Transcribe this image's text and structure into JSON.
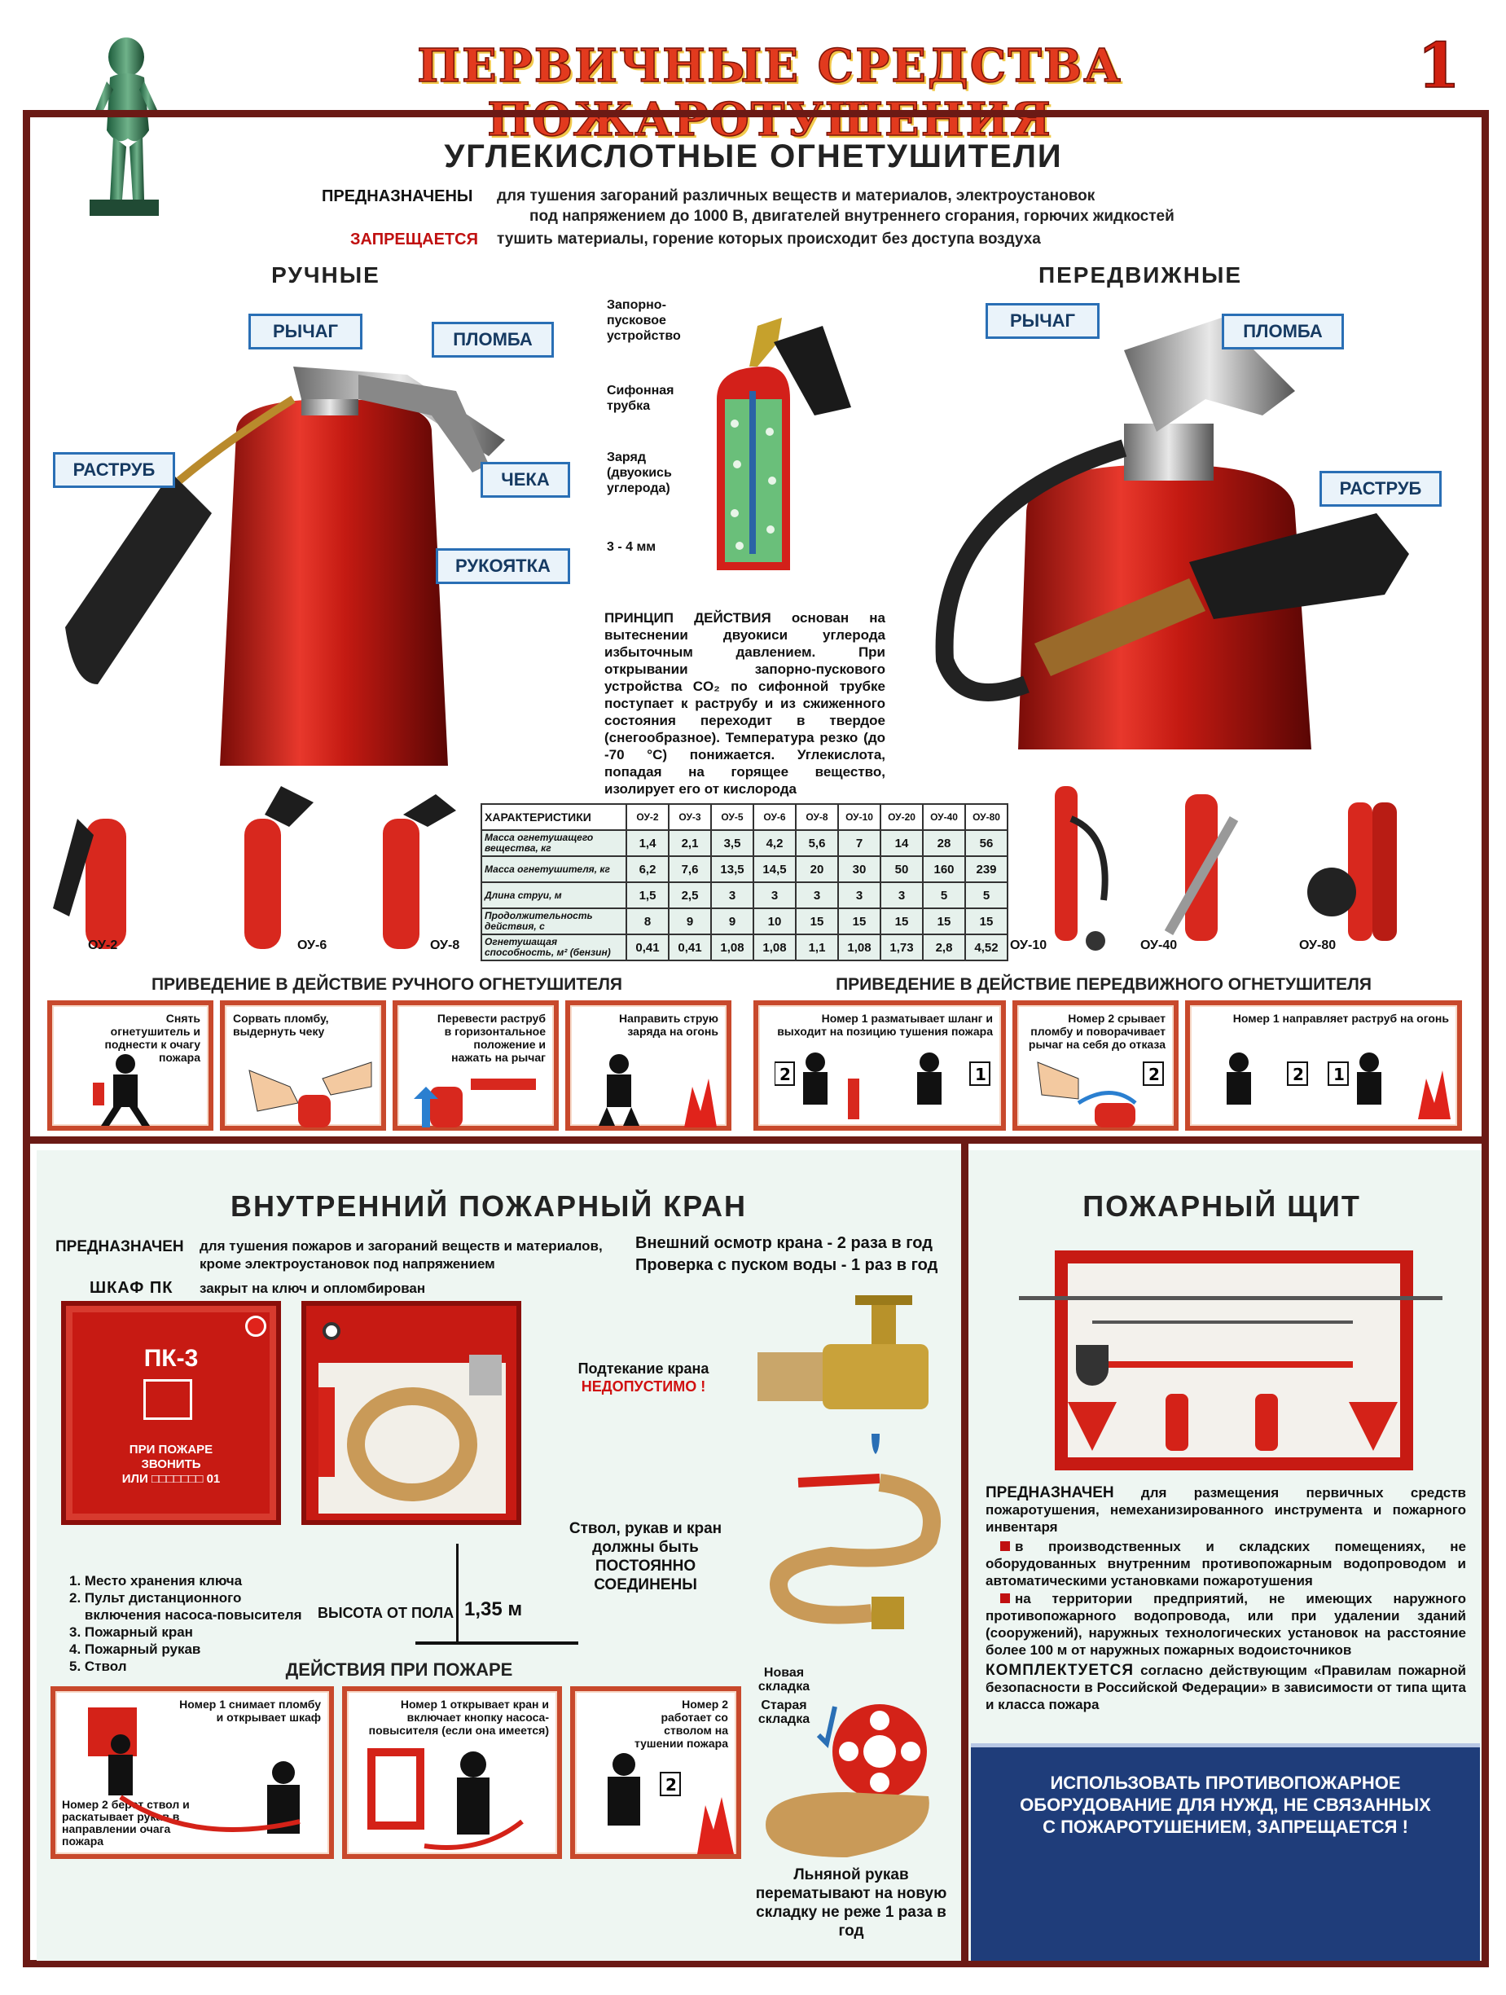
{
  "header": {
    "title": "ПЕРВИЧНЫЕ СРЕДСТВА ПОЖАРОТУШЕНИЯ",
    "page_number": "1"
  },
  "co2": {
    "title": "УГЛЕКИСЛОТНЫЕ ОГНЕТУШИТЕЛИ",
    "purpose_label": "ПРЕДНАЗНАЧЕНЫ",
    "purpose_text_1": "для тушения загораний различных веществ и материалов, электроустановок",
    "purpose_text_2": "под напряжением до 1000 В, двигателей внутреннего сгорания, горючих жидкостей",
    "forbidden_label": "ЗАПРЕЩАЕТСЯ",
    "forbidden_text": "тушить материалы, горение которых происходит без доступа воздуха",
    "manual_heading": "РУЧНЫЕ",
    "mobile_heading": "ПЕРЕДВИЖНЫЕ",
    "manual_labels": {
      "lever": "РЫЧАГ",
      "seal": "ПЛОМБА",
      "nozzle": "РАСТРУБ",
      "pin": "ЧЕКА",
      "handle": "РУКОЯТКА"
    },
    "mobile_labels": {
      "lever": "РЫЧАГ",
      "seal": "ПЛОМБА",
      "nozzle": "РАСТРУБ"
    },
    "section_labels": {
      "valve": "Запорно-\nпусковое\nустройство",
      "siphon": "Сифонная\nтрубка",
      "charge": "Заряд\n(двуокись\nуглерода)",
      "gap": "3 - 4 мм"
    },
    "principle_label": "ПРИНЦИП ДЕЙСТВИЯ",
    "principle_text": "основан на вытеснении двуокиси углерода избыточным давлением. При открывании запорно-пускового устройства CO₂ по сифонной трубке поступает к раструбу и из сжиженного состояния переходит в твердое (снегообразное). Температура резко (до -70 °С) понижается. Углекислота, попадая на горящее вещество, изолирует его от кислорода",
    "models_manual": [
      "ОУ-2",
      "ОУ-6",
      "ОУ-8"
    ],
    "models_mobile": [
      "ОУ-10",
      "ОУ-40",
      "ОУ-80"
    ],
    "table": {
      "header": "ХАРАКТЕРИСТИКИ",
      "columns": [
        "ОУ-2",
        "ОУ-3",
        "ОУ-5",
        "ОУ-6",
        "ОУ-8",
        "ОУ-10",
        "ОУ-20",
        "ОУ-40",
        "ОУ-80"
      ],
      "rows": [
        {
          "label": "Масса огнетушащего вещества, кг",
          "values": [
            "1,4",
            "2,1",
            "3,5",
            "4,2",
            "5,6",
            "7",
            "14",
            "28",
            "56"
          ]
        },
        {
          "label": "Масса огнетушителя, кг",
          "values": [
            "6,2",
            "7,6",
            "13,5",
            "14,5",
            "20",
            "30",
            "50",
            "160",
            "239"
          ]
        },
        {
          "label": "Длина струи, м",
          "values": [
            "1,5",
            "2,5",
            "3",
            "3",
            "3",
            "3",
            "3",
            "5",
            "5"
          ]
        },
        {
          "label": "Продолжительность действия, с",
          "values": [
            "8",
            "9",
            "9",
            "10",
            "15",
            "15",
            "15",
            "15",
            "15"
          ]
        },
        {
          "label": "Огнетушащая способность, м² (бензин)",
          "values": [
            "0,41",
            "0,41",
            "1,08",
            "1,08",
            "1,1",
            "1,08",
            "1,73",
            "2,8",
            "4,52"
          ]
        }
      ]
    },
    "manual_action_heading": "ПРИВЕДЕНИЕ В ДЕЙСТВИЕ РУЧНОГО ОГНЕТУШИТЕЛЯ",
    "mobile_action_heading": "ПРИВЕДЕНИЕ В ДЕЙСТВИЕ ПЕРЕДВИЖНОГО ОГНЕТУШИТЕЛЯ",
    "manual_steps": [
      "Снять огнетушитель и поднести к очагу пожара",
      "Сорвать пломбу, выдернуть чеку",
      "Перевести раструб в горизонтальное положение и нажать на рычаг",
      "Направить струю заряда на огонь"
    ],
    "mobile_steps": [
      "Номер 1 разматывает шланг и выходит на позицию тушения пожара",
      "Номер 2 срывает пломбу и поворачивает рычаг на себя до отказа",
      "Номер 1 направляет раструб на огонь"
    ]
  },
  "hydrant": {
    "title": "ВНУТРЕННИЙ ПОЖАРНЫЙ КРАН",
    "purpose_label": "ПРЕДНАЗНАЧЕН",
    "purpose_text_1": "для тушения пожаров и загораний веществ и материалов,",
    "purpose_text_2": "кроме электроустановок под напряжением",
    "inspect_1": "Внешний осмотр крана - 2 раза в год",
    "inspect_2": "Проверка с пуском воды - 1 раз в год",
    "cabinet_label": "ШКАФ ПК",
    "cabinet_text": "закрыт на ключ и опломбирован",
    "cabinet_name": "ПК-3",
    "cabinet_call_1": "ПРИ ПОЖАРЕ",
    "cabinet_call_2": "ЗВОНИТЬ",
    "cabinet_call_3": "ИЛИ □□□□□□□ 01",
    "legend": [
      "1. Место хранения ключа",
      "2. Пульт дистанционного\n    включения насоса-повысителя",
      "3. Пожарный кран",
      "4. Пожарный рукав",
      "5. Ствол"
    ],
    "height_label": "ВЫСОТА ОТ ПОЛА",
    "height_value": "1,35 м",
    "leak_1": "Подтекание крана",
    "leak_2": "НЕДОПУСТИМО !",
    "connected": "Ствол, рукав и кран должны быть ПОСТОЯННО СОЕДИНЕНЫ",
    "new_fold": "Новая складка",
    "old_fold": "Старая складка",
    "refold": "Льняной рукав перематывают на новую складку не реже 1 раза в год",
    "actions_heading": "ДЕЙСТВИЯ ПРИ ПОЖАРЕ",
    "actions": [
      "Номер 1 снимает пломбу и открывает шкаф",
      "Номер 1 открывает кран и включает кнопку насоса-повысителя (если она имеется)",
      "Номер 2 работает со стволом на тушении пожара"
    ],
    "action1_note": "Номер 2 берет ствол и раскатывает рукав в направлении очага пожара"
  },
  "shield": {
    "title": "ПОЖАРНЫЙ ЩИТ",
    "purpose_label": "ПРЕДНАЗНАЧЕН",
    "purpose_text": "для размещения первичных средств пожаротушения, немеханизированного инструмента и пожарного инвентаря",
    "bullet_1": "в производственных и складских помещениях, не оборудованных внутренним противопожарным водопроводом и автоматическими установками пожаротушения",
    "bullet_2": "на территории предприятий, не имеющих наружного противопожарного водопровода, или при удалении зданий (сооружений), наружных технологических установок на расстояние более 100 м от наружных пожарных водоисточников",
    "kit_label": "КОМПЛЕКТУЕТСЯ",
    "kit_text": "согласно действующим «Правилам пожарной безопасности в Российской Федерации» в зависимости от типа щита и класса пожара",
    "warning": "ИСПОЛЬЗОВАТЬ ПРОТИВОПОЖАРНОЕ ОБОРУДОВАНИЕ ДЛЯ НУЖД, НЕ СВЯЗАННЫХ С ПОЖАРОТУШЕНИЕМ, ЗАПРЕЩАЕТСЯ !"
  },
  "colors": {
    "frame": "#6b1a15",
    "red": "#d81e16",
    "blue": "#2a6fb5",
    "step_border": "#c8492c",
    "panel": "#eef6f2",
    "warning_bg": "#1f3d7a"
  }
}
